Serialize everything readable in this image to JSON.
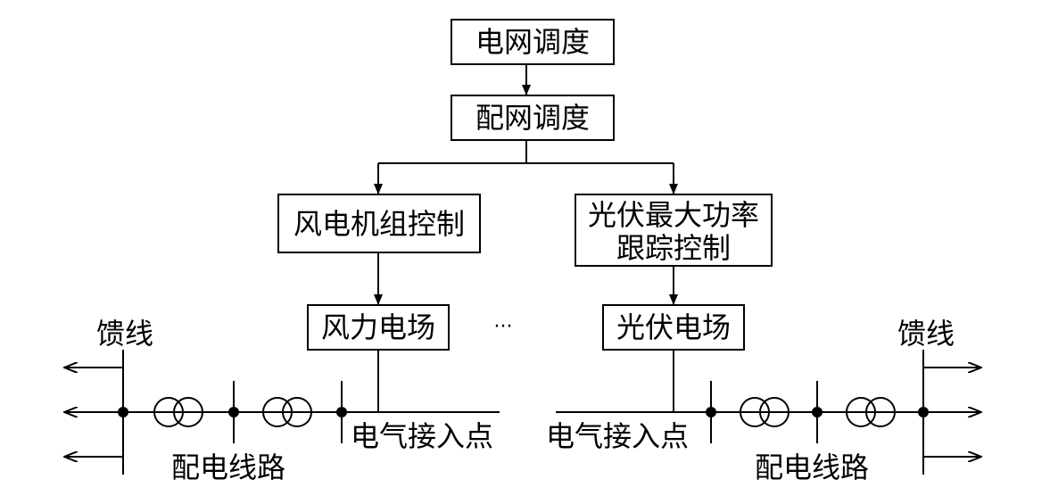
{
  "nodes": {
    "grid_dispatch": "电网调度",
    "dist_dispatch": "配网调度",
    "wind_control": "风电机组控制",
    "pv_mppt_line1": "光伏最大功率",
    "pv_mppt_line2": "跟踪控制",
    "wind_farm": "风力电场",
    "pv_farm": "光伏电场"
  },
  "labels": {
    "feeder_left": "馈线",
    "feeder_right": "馈线",
    "ellipsis": "···",
    "pcc_left": "电气接入点",
    "pcc_right": "电气接入点",
    "line_left": "配电线路",
    "line_right": "配电线路"
  }
}
